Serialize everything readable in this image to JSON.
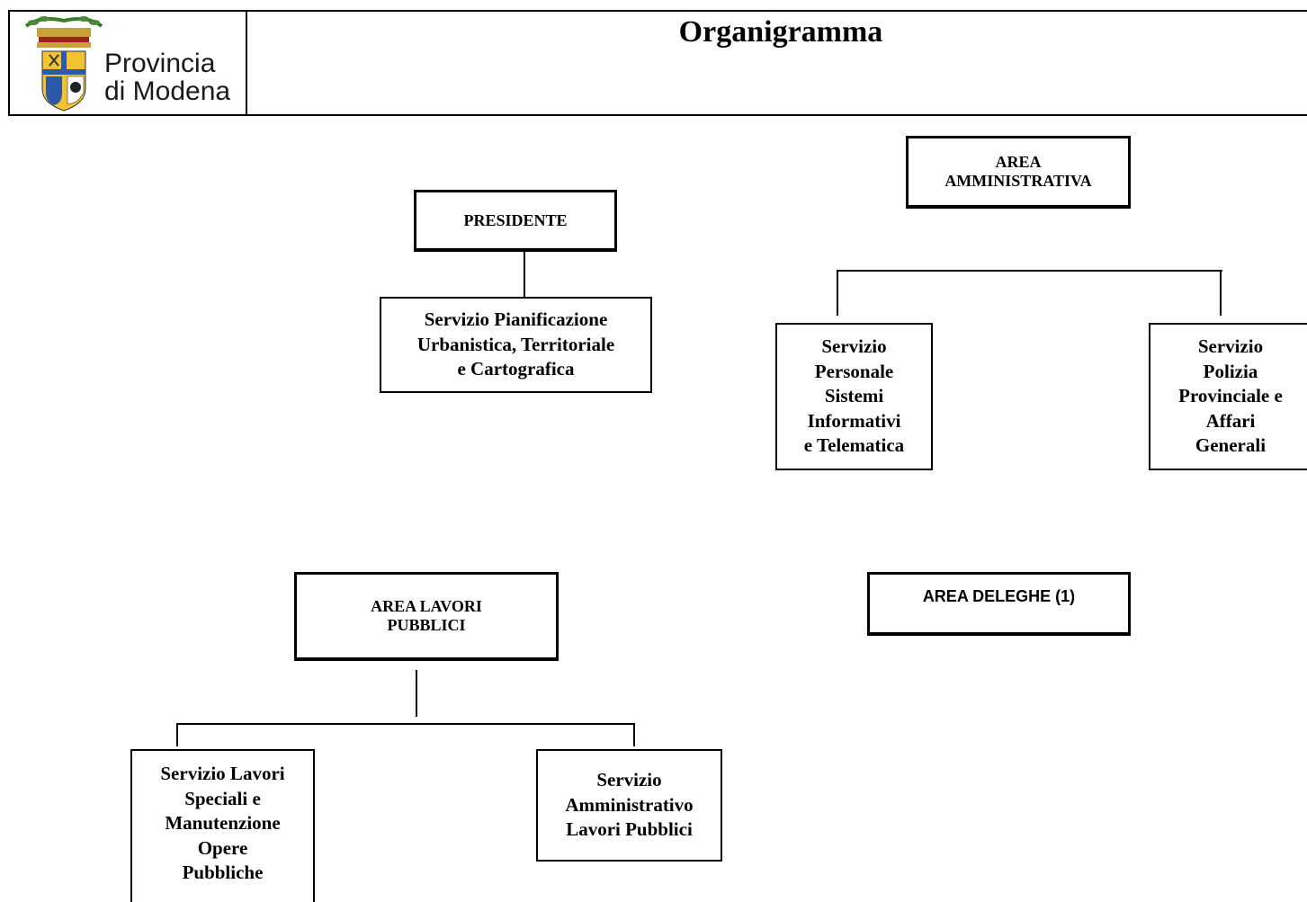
{
  "header": {
    "logo_text": "Provincia\ndi Modena",
    "title": "Organigramma"
  },
  "org": {
    "presidente": "PRESIDENTE",
    "servizio_pianificazione": "Servizio Pianificazione\nUrbanistica, Territoriale\ne Cartografica",
    "area_amministrativa": "AREA\nAMMINISTRATIVA",
    "servizio_personale": "Servizio\nPersonale\nSistemi\nInformativi\ne Telematica",
    "servizio_polizia": "Servizio\nPolizia\nProvinciale e\nAffari\nGenerali",
    "area_lavori_pubblici": "AREA LAVORI\nPUBBLICI",
    "area_deleghe": "AREA DELEGHE (1)",
    "servizio_lavori_speciali": "Servizio Lavori\nSpeciali e\nManutenzione\nOpere\nPubbliche",
    "servizio_amministrativo_lp": "Servizio\nAmministrativo\nLavori Pubblici"
  }
}
